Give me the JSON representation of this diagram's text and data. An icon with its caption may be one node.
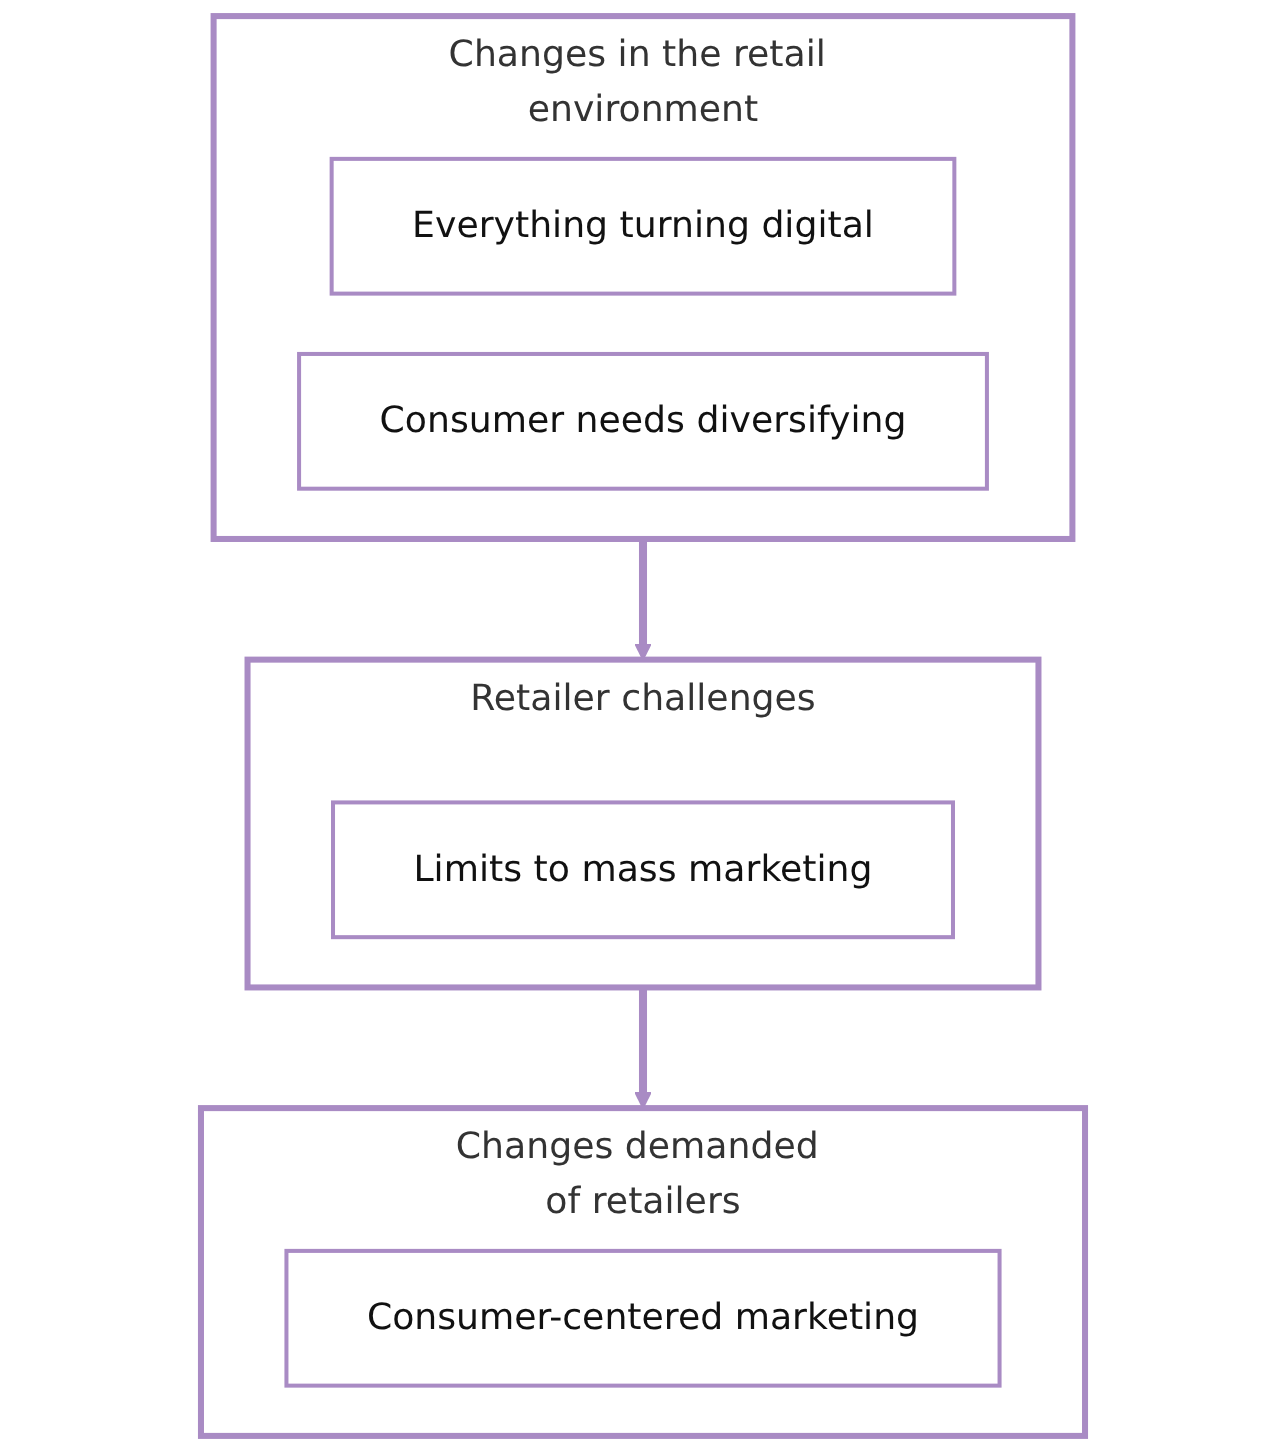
{
  "diagram": {
    "nodes": [
      {
        "text": [
          "Changes in the retail environment"
        ]
      },
      {
        "text": [
          "Everything turning digital"
        ],
        "in": 0
      },
      {
        "text": [
          "Consumer needs diversifying"
        ],
        "in": 0
      },
      {
        "text": [
          "Retailer challenges"
        ]
      },
      {
        "text": [
          "Limits to mass marketing"
        ],
        "in": 3
      },
      {
        "text": [
          "Changes demanded of retailers"
        ]
      },
      {
        "text": [
          "Consumer-centered marketing"
        ],
        "in": 5
      }
    ],
    "edges": [
      {
        "from": 0,
        "to": 3,
        "arrow": "to"
      },
      {
        "from": 3,
        "to": 5,
        "arrow": "to"
      }
    ]
  }
}
